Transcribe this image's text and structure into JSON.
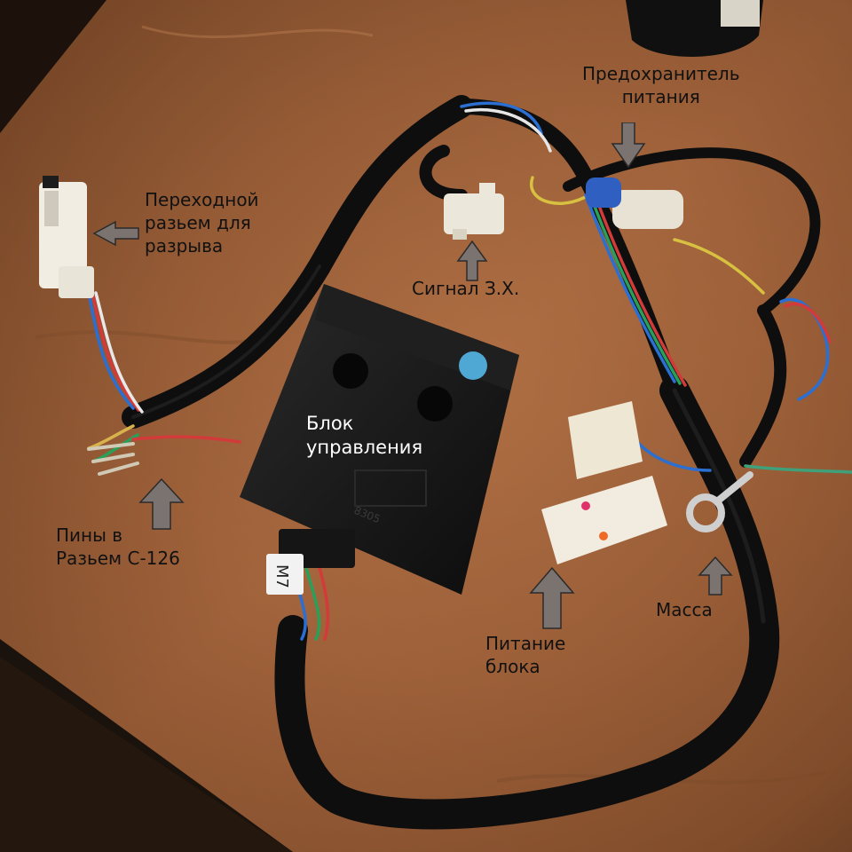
{
  "photo": {
    "subject": "wiring-harness-with-control-unit",
    "colors": {
      "table": "#9a5e37",
      "wire_sleeve": "#0f0f0f",
      "control_unit": "#151515",
      "connector": "#efe9da",
      "arrow": "#7a7370"
    },
    "imprint_code": "8305",
    "tag_text": "M7"
  },
  "labels": {
    "fuse": "Предохранитель\nпитания",
    "adapter": "Переходной\nразьем для\nразрыва",
    "signal": "Сигнал З.Х.",
    "unit": "Блок\nуправления",
    "pins": "Пины в\nРазьем С-126",
    "power": "Питание\nблока",
    "ground": "Масса"
  },
  "icons": [
    "arrow-down-icon",
    "arrow-left-icon",
    "arrow-up-icon"
  ]
}
